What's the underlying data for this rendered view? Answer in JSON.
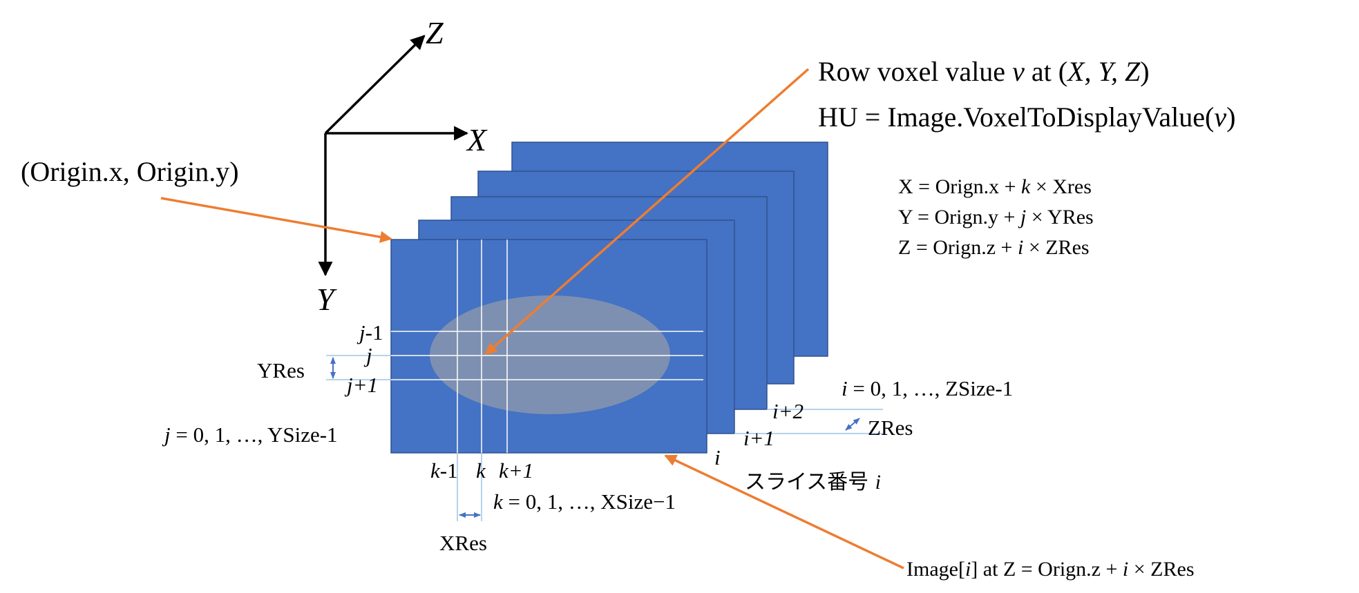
{
  "colors": {
    "slice_fill": "#4472C4",
    "slice_stroke": "#2F528F",
    "ellipse_fill": "#A5A5A5",
    "arrow_orange": "#ED7D31",
    "grid_white": "#FFFFFF",
    "res_marker": "#4472C4",
    "text": "#000000",
    "background": "#FFFFFF"
  },
  "axes": {
    "z": "Z",
    "x": "X",
    "y": "Y"
  },
  "origin_label": "(Origin.x, Origin.y)",
  "voxel_label": {
    "line1": {
      "pre": "Row voxel value ",
      "v": "v",
      "at": " at (",
      "coords": "X, Y, Z",
      "close": ")"
    },
    "line2": {
      "pre": "HU = Image.VoxelToDisplayValue(",
      "v": "v",
      "close": ")"
    }
  },
  "formulas": [
    {
      "lhs": "X = Orign.x + ",
      "var": "k",
      "rhs": " × Xres"
    },
    {
      "lhs": "Y = Orign.y + ",
      "var": "j",
      "rhs": " × YRes"
    },
    {
      "lhs": "Z = Orign.z + ",
      "var": "i",
      "rhs": " × ZRes"
    }
  ],
  "rows": {
    "j_minus_1": {
      "var": "j",
      "suffix": "-1"
    },
    "j": {
      "var": "j"
    },
    "j_plus_1": {
      "var": "j+1"
    },
    "yres": "YRes",
    "range": {
      "var": "j",
      "text": " = 0, 1, …, YSize-1"
    }
  },
  "cols": {
    "k_minus_1": {
      "var": "k",
      "suffix": "-1"
    },
    "k": {
      "var": "k"
    },
    "k_plus_1": {
      "var": "k+1"
    },
    "xres": "XRes",
    "range": {
      "var": "k",
      "text": " = 0, 1, …, XSize−1"
    }
  },
  "slices": {
    "i": "i",
    "i_plus_1": "i+1",
    "i_plus_2": "i+2",
    "zres": "ZRes",
    "range": {
      "var": "i",
      "text": " = 0, 1, …, ZSize-1"
    },
    "slice_number": {
      "text": "スライス番号 ",
      "var": "i"
    }
  },
  "image_label": {
    "pre": "Image[",
    "var": "i",
    "mid": "] at Z = Orign.z + ",
    "var2": "i",
    "post": " × ZRes"
  }
}
